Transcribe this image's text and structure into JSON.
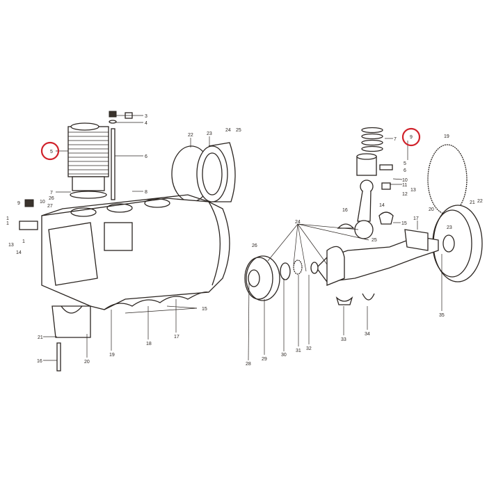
{
  "title": "Engine block and crankshaft exploded parts diagram",
  "highlight_color": "#d0212a",
  "left_assembly": {
    "labels": [
      "3",
      "4",
      "5",
      "6",
      "7",
      "8",
      "26",
      "27",
      "9",
      "10",
      "1",
      "1",
      "13",
      "14",
      "1",
      "15",
      "16",
      "17",
      "18",
      "19",
      "20",
      "21",
      "22",
      "23",
      "24",
      "25"
    ],
    "highlighted": "5"
  },
  "right_assembly": {
    "labels": [
      "7",
      "9",
      "5",
      "6",
      "10",
      "11",
      "12",
      "13",
      "14",
      "15",
      "16",
      "17",
      "19",
      "20",
      "21",
      "22",
      "23",
      "24",
      "25",
      "26",
      "28",
      "29",
      "30",
      "31",
      "32",
      "33",
      "34",
      "35"
    ],
    "highlighted": "9"
  }
}
